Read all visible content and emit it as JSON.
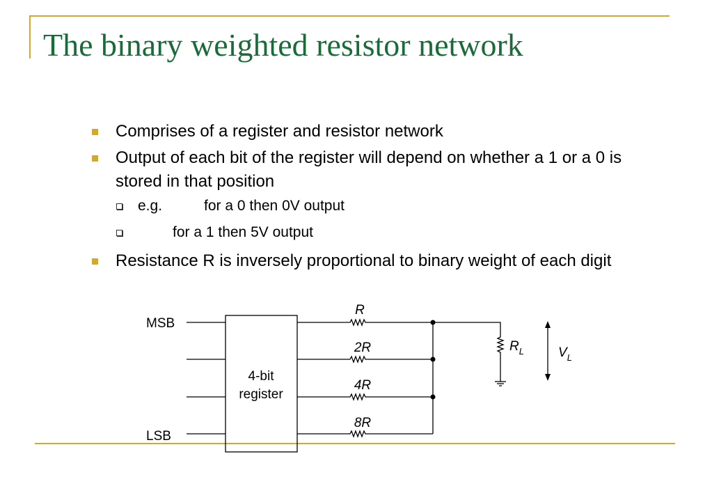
{
  "slide": {
    "title": "The binary weighted resistor network",
    "bullets": [
      "Comprises of a register and resistor network",
      "Output of each bit of the register will depend on whether a 1 or a 0 is stored in that position"
    ],
    "sub_bullets": [
      {
        "prefix": "e.g.",
        "text": "for a 0 then 0V output"
      },
      {
        "prefix": "",
        "text": "for a 1 then 5V output"
      }
    ],
    "bullet3": "Resistance R is inversely proportional to binary weight of each digit"
  },
  "diagram": {
    "msb_label": "MSB",
    "lsb_label": "LSB",
    "register_line1": "4-bit",
    "register_line2": "register",
    "resistors": [
      "R",
      "2R",
      "4R",
      "8R"
    ],
    "load_resistor": "R",
    "load_resistor_sub": "L",
    "voltage": "V",
    "voltage_sub": "L"
  },
  "colors": {
    "title": "#1b6b3a",
    "accent": "#d4a82a"
  }
}
